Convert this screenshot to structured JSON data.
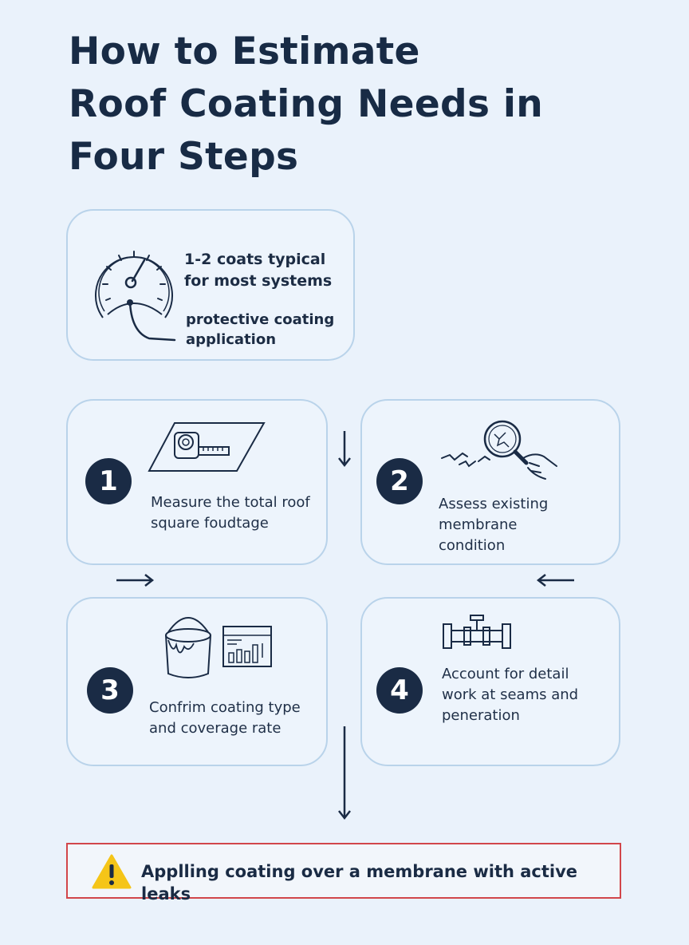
{
  "title": {
    "line1": "How to Estimate",
    "line2": "Roof Coating Needs in",
    "line3": "Four Steps"
  },
  "gauge_card": {
    "headline_line1": "1-2 coats typical",
    "headline_line2": "for most systems",
    "caption_line1": "protective coating",
    "caption_line2": "application"
  },
  "steps": [
    {
      "number": "1",
      "line1": "Measure the total roof",
      "line2": "square foudtage",
      "line3": ""
    },
    {
      "number": "2",
      "line1": "Assess existing membrane",
      "line2": "condition",
      "line3": ""
    },
    {
      "number": "3",
      "line1": "Confrim coating type",
      "line2": "and coverage rate",
      "line3": ""
    },
    {
      "number": "4",
      "line1": "Account for detail",
      "line2": "work at seams and",
      "line3": "peneration"
    }
  ],
  "warning": {
    "icon": "warning-triangle-icon",
    "text": "Applling coating over a membrane with active leaks"
  },
  "colors": {
    "background": "#eaf2fb",
    "card_border": "#b9d3ea",
    "navy": "#1a2b45",
    "warning_border": "#d2464a",
    "warning_icon": "#f5c518"
  }
}
